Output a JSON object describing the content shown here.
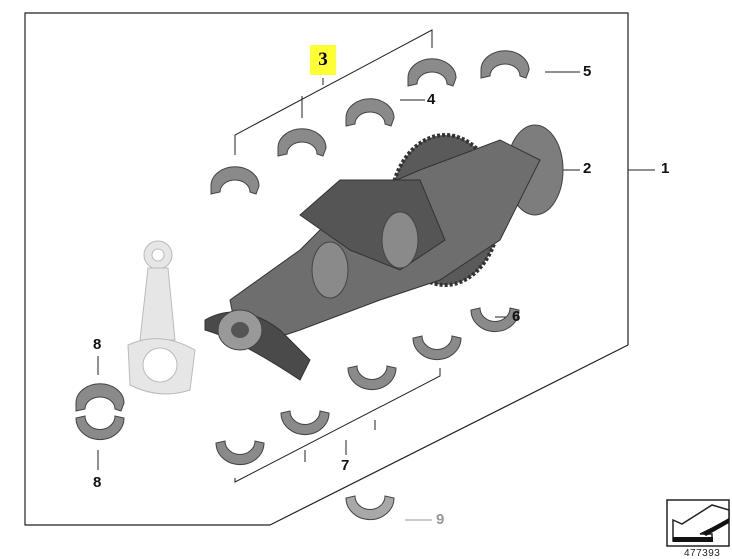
{
  "diagram": {
    "callouts": [
      {
        "id": "1",
        "label": "1"
      },
      {
        "id": "2",
        "label": "2"
      },
      {
        "id": "3",
        "label": "3",
        "highlighted": true
      },
      {
        "id": "4",
        "label": "4"
      },
      {
        "id": "5",
        "label": "5"
      },
      {
        "id": "6",
        "label": "6"
      },
      {
        "id": "7",
        "label": "7"
      },
      {
        "id": "8a",
        "label": "8"
      },
      {
        "id": "8b",
        "label": "8"
      },
      {
        "id": "9",
        "label": "9"
      }
    ],
    "image_number": "477393",
    "colors": {
      "highlight": "#ffff33",
      "shell": "#8a8a8a",
      "crank": "#6e6e6e",
      "rod": "#e4e4e4",
      "callout9": "#999999"
    }
  }
}
